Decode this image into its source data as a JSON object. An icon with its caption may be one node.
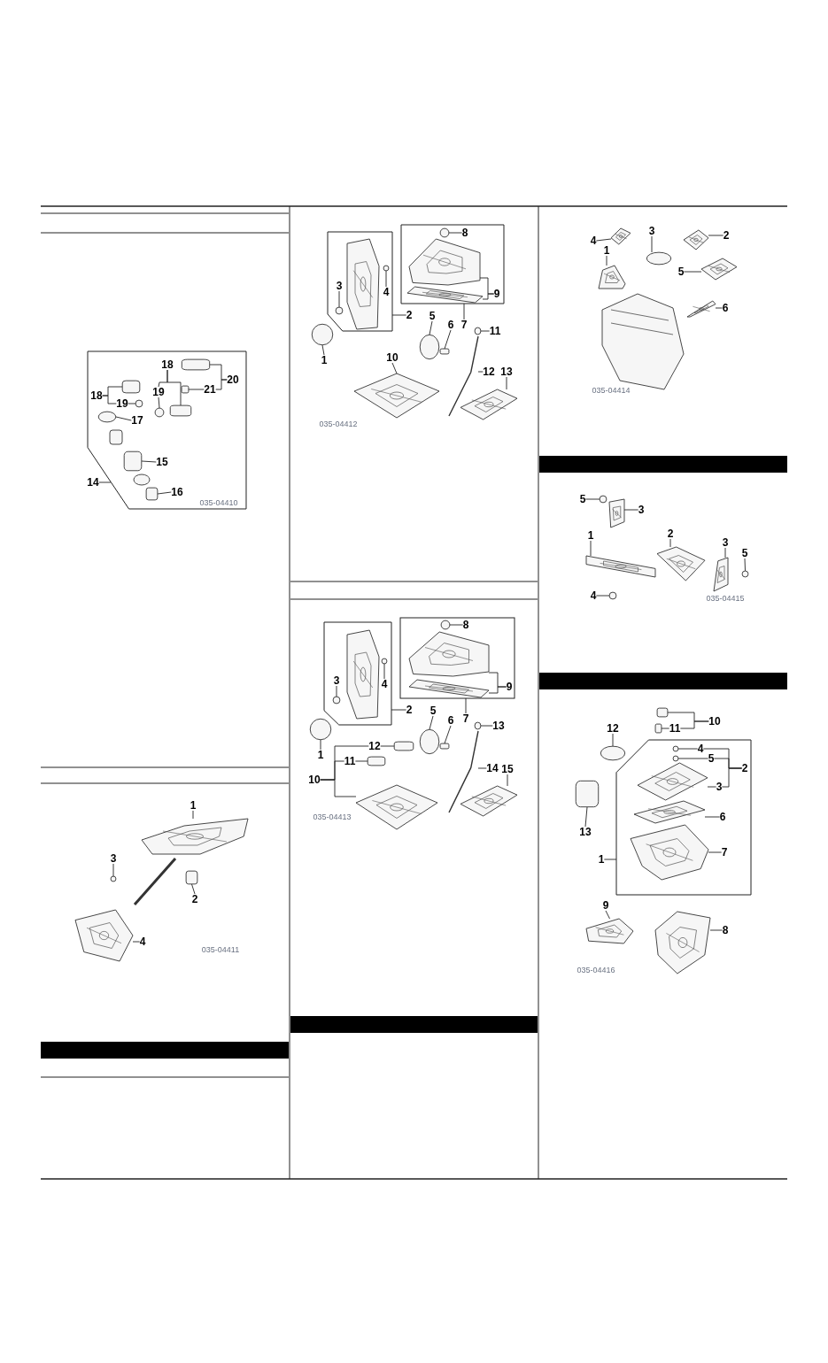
{
  "diagram": {
    "nodes": [
      {
        "text": [],
        "shape": "box"
      },
      {
        "text": [
          "18"
        ],
        "in": 0
      },
      {
        "text": [
          "19"
        ],
        "in": 0
      },
      {
        "text": [
          "18"
        ],
        "in": 0
      },
      {
        "text": [
          "19"
        ],
        "in": 0
      },
      {
        "text": [
          "20"
        ],
        "in": 0
      },
      {
        "text": [
          "21"
        ],
        "in": 0
      },
      {
        "text": [
          "17"
        ],
        "in": 0
      },
      {
        "text": [
          "15"
        ],
        "in": 0
      },
      {
        "text": [
          "16"
        ],
        "in": 0
      },
      {
        "text": [
          "14"
        ]
      },
      {
        "text": [],
        "shape": "box",
        "in": 0
      },
      {
        "text": [],
        "shape": "circle",
        "in": 0
      },
      {
        "text": [],
        "shape": "circle",
        "in": 0
      },
      {
        "text": [],
        "shape": "box",
        "in": 0
      },
      {
        "text": [],
        "shape": "box",
        "in": 0
      },
      {
        "text": [],
        "shape": "box",
        "in": 0
      },
      {
        "text": [],
        "shape": "circle",
        "in": 0
      },
      {
        "text": [],
        "shape": "box",
        "in": 0
      },
      {
        "text": [],
        "shape": "box",
        "in": 0
      },
      {
        "text": [
          "1"
        ]
      },
      {
        "text": [
          "3"
        ]
      },
      {
        "text": [
          "2"
        ]
      },
      {
        "text": [
          "4"
        ]
      },
      {
        "text": [],
        "shape": "picture"
      },
      {
        "text": [],
        "shape": "circle"
      },
      {
        "text": [],
        "shape": "box"
      },
      {
        "text": [],
        "shape": "picture"
      },
      {
        "text": [],
        "shape": "box"
      },
      {
        "text": [],
        "shape": "box"
      },
      {
        "text": [
          "8"
        ],
        "in": 29
      },
      {
        "text": [
          "4"
        ],
        "in": 28
      },
      {
        "text": [
          "3"
        ],
        "in": 28
      },
      {
        "text": [
          "9"
        ],
        "in": 29
      },
      {
        "text": [
          "2"
        ]
      },
      {
        "text": [
          "5"
        ]
      },
      {
        "text": [
          "6"
        ]
      },
      {
        "text": [
          "7"
        ]
      },
      {
        "text": [
          "11"
        ]
      },
      {
        "text": [
          "1"
        ]
      },
      {
        "text": [
          "10"
        ]
      },
      {
        "text": [
          "12"
        ]
      },
      {
        "text": [
          "13"
        ]
      },
      {
        "text": [],
        "shape": "picture",
        "in": 28
      },
      {
        "text": [],
        "shape": "circle",
        "in": 28
      },
      {
        "text": [],
        "shape": "circle",
        "in": 28
      },
      {
        "text": [],
        "shape": "circle",
        "in": 29
      },
      {
        "text": [],
        "shape": "picture",
        "in": 29
      },
      {
        "text": [],
        "shape": "picture",
        "in": 29
      },
      {
        "text": [],
        "shape": "circle"
      },
      {
        "text": [],
        "shape": "box"
      },
      {
        "text": [],
        "shape": "picture"
      },
      {
        "text": [],
        "shape": "circle"
      },
      {
        "text": [],
        "shape": "picture"
      },
      {
        "text": [],
        "shape": "picture"
      },
      {
        "text": [],
        "shape": "circle"
      },
      {
        "text": [],
        "shape": "box"
      },
      {
        "text": [],
        "shape": "box"
      },
      {
        "text": [
          "8"
        ],
        "in": 57
      },
      {
        "text": [
          "3"
        ],
        "in": 56
      },
      {
        "text": [
          "4"
        ],
        "in": 56
      },
      {
        "text": [
          "9"
        ],
        "in": 57
      },
      {
        "text": [
          "2"
        ]
      },
      {
        "text": [
          "5"
        ]
      },
      {
        "text": [
          "7"
        ]
      },
      {
        "text": [
          "6"
        ]
      },
      {
        "text": [
          "13"
        ]
      },
      {
        "text": [
          "12"
        ]
      },
      {
        "text": [
          "1"
        ]
      },
      {
        "text": [
          "11"
        ]
      },
      {
        "text": [
          "14"
        ]
      },
      {
        "text": [
          "15"
        ]
      },
      {
        "text": [
          "10"
        ]
      },
      {
        "text": [],
        "shape": "picture",
        "in": 56
      },
      {
        "text": [],
        "shape": "circle",
        "in": 56
      },
      {
        "text": [],
        "shape": "circle",
        "in": 56
      },
      {
        "text": [],
        "shape": "circle",
        "in": 57
      },
      {
        "text": [],
        "shape": "picture",
        "in": 57
      },
      {
        "text": [],
        "shape": "picture",
        "in": 57
      },
      {
        "text": [],
        "shape": "circle"
      },
      {
        "text": [],
        "shape": "circle"
      },
      {
        "text": [],
        "shape": "box"
      },
      {
        "text": [],
        "shape": "circle"
      },
      {
        "text": [],
        "shape": "picture"
      },
      {
        "text": [],
        "shape": "picture"
      },
      {
        "text": [],
        "shape": "picture"
      },
      {
        "text": [],
        "shape": "box"
      },
      {
        "text": [],
        "shape": "box"
      },
      {
        "text": [
          "3"
        ]
      },
      {
        "text": [
          "2"
        ]
      },
      {
        "text": [
          "4"
        ]
      },
      {
        "text": [
          "1"
        ]
      },
      {
        "text": [
          "5"
        ]
      },
      {
        "text": [
          "6"
        ]
      },
      {
        "text": [],
        "shape": "circle"
      },
      {
        "text": [],
        "shape": "picture"
      },
      {
        "text": [],
        "shape": "picture"
      },
      {
        "text": [],
        "shape": "picture"
      },
      {
        "text": [],
        "shape": "picture"
      },
      {
        "text": [],
        "shape": "picture"
      },
      {
        "text": [
          "5"
        ]
      },
      {
        "text": [
          "3"
        ]
      },
      {
        "text": [
          "2"
        ]
      },
      {
        "text": [
          "1"
        ]
      },
      {
        "text": [
          "3"
        ]
      },
      {
        "text": [
          "5"
        ]
      },
      {
        "text": [
          "4"
        ]
      },
      {
        "text": [],
        "shape": "circle"
      },
      {
        "text": [],
        "shape": "picture"
      },
      {
        "text": [],
        "shape": "picture"
      },
      {
        "text": [],
        "shape": "picture"
      },
      {
        "text": [],
        "shape": "picture"
      },
      {
        "text": [],
        "shape": "circle"
      },
      {
        "text": [],
        "shape": "circle"
      },
      {
        "text": [],
        "shape": "box"
      },
      {
        "text": [
          "10"
        ]
      },
      {
        "text": [
          "12"
        ]
      },
      {
        "text": [
          "11"
        ]
      },
      {
        "text": [
          "4"
        ],
        "in": 114
      },
      {
        "text": [
          "5"
        ],
        "in": 114
      },
      {
        "text": [
          "2"
        ],
        "in": 114
      },
      {
        "text": [
          "3"
        ],
        "in": 114
      },
      {
        "text": [
          "6"
        ],
        "in": 114
      },
      {
        "text": [
          "13"
        ]
      },
      {
        "text": [
          "7"
        ],
        "in": 114
      },
      {
        "text": [
          "1"
        ]
      },
      {
        "text": [
          "9"
        ]
      },
      {
        "text": [
          "8"
        ]
      },
      {
        "text": [],
        "shape": "box"
      },
      {
        "text": [],
        "shape": "box"
      },
      {
        "text": [],
        "shape": "circle"
      },
      {
        "text": [],
        "shape": "box"
      },
      {
        "text": [],
        "shape": "circle",
        "in": 114
      },
      {
        "text": [],
        "shape": "circle",
        "in": 114
      },
      {
        "text": [],
        "shape": "picture",
        "in": 114
      },
      {
        "text": [],
        "shape": "picture",
        "in": 114
      },
      {
        "text": [],
        "shape": "picture",
        "in": 114
      },
      {
        "text": [],
        "shape": "picture"
      },
      {
        "text": [],
        "shape": "picture"
      }
    ],
    "edges": [
      {
        "from": 1,
        "to": 11,
        "arrow": "none"
      },
      {
        "from": 1,
        "to": 2,
        "arrow": "none"
      },
      {
        "from": 2,
        "to": 12,
        "arrow": "none"
      },
      {
        "from": 3,
        "to": 4,
        "arrow": "none"
      },
      {
        "from": 3,
        "to": 14,
        "arrow": "none"
      },
      {
        "from": 4,
        "to": 13,
        "arrow": "none"
      },
      {
        "from": 5,
        "to": 15,
        "arrow": "none"
      },
      {
        "from": 5,
        "to": 6,
        "arrow": "none"
      },
      {
        "from": 6,
        "to": 16,
        "arrow": "none"
      },
      {
        "from": 7,
        "to": 17,
        "arrow": "none"
      },
      {
        "from": 8,
        "to": 18,
        "arrow": "none"
      },
      {
        "from": 10,
        "to": 0,
        "arrow": "none"
      },
      {
        "from": 9,
        "to": 19,
        "arrow": "none"
      },
      {
        "from": 20,
        "to": 24,
        "arrow": "none"
      },
      {
        "from": 21,
        "to": 25,
        "arrow": "none"
      },
      {
        "from": 22,
        "to": 26,
        "arrow": "none"
      },
      {
        "from": 23,
        "to": 27,
        "arrow": "none"
      },
      {
        "from": 30,
        "to": 46,
        "arrow": "none"
      },
      {
        "from": 31,
        "to": 44,
        "arrow": "none"
      },
      {
        "from": 32,
        "to": 45,
        "arrow": "none"
      },
      {
        "from": 33,
        "to": 47,
        "arrow": "none"
      },
      {
        "from": 33,
        "to": 48,
        "arrow": "none"
      },
      {
        "from": 34,
        "to": 28,
        "arrow": "none"
      },
      {
        "from": 35,
        "to": 49,
        "arrow": "none"
      },
      {
        "from": 36,
        "to": 50,
        "arrow": "none"
      },
      {
        "from": 37,
        "to": 29,
        "arrow": "none"
      },
      {
        "from": 38,
        "to": 52,
        "arrow": "none"
      },
      {
        "from": 39,
        "to": 55,
        "arrow": "none"
      },
      {
        "from": 40,
        "to": 53,
        "arrow": "none"
      },
      {
        "from": 41,
        "to": 51,
        "arrow": "none"
      },
      {
        "from": 42,
        "to": 54,
        "arrow": "none"
      },
      {
        "from": 58,
        "to": 76,
        "arrow": "none"
      },
      {
        "from": 59,
        "to": 75,
        "arrow": "none"
      },
      {
        "from": 60,
        "to": 74,
        "arrow": "none"
      },
      {
        "from": 61,
        "to": 77,
        "arrow": "none"
      },
      {
        "from": 61,
        "to": 78,
        "arrow": "none"
      },
      {
        "from": 62,
        "to": 56,
        "arrow": "none"
      },
      {
        "from": 63,
        "to": 80,
        "arrow": "none"
      },
      {
        "from": 64,
        "to": 57,
        "arrow": "none"
      },
      {
        "from": 65,
        "to": 81,
        "arrow": "none"
      },
      {
        "from": 66,
        "to": 82,
        "arrow": "none"
      },
      {
        "from": 67,
        "to": 86,
        "arrow": "none"
      },
      {
        "from": 68,
        "to": 79,
        "arrow": "none"
      },
      {
        "from": 69,
        "to": 87,
        "arrow": "none"
      },
      {
        "from": 70,
        "to": 83,
        "arrow": "none"
      },
      {
        "from": 71,
        "to": 84,
        "arrow": "none"
      },
      {
        "from": 72,
        "to": 67,
        "arrow": "none"
      },
      {
        "from": 72,
        "to": 69,
        "arrow": "none"
      },
      {
        "from": 72,
        "to": 85,
        "arrow": "none"
      },
      {
        "from": 88,
        "to": 94,
        "arrow": "none"
      },
      {
        "from": 89,
        "to": 95,
        "arrow": "none"
      },
      {
        "from": 90,
        "to": 96,
        "arrow": "none"
      },
      {
        "from": 91,
        "to": 97,
        "arrow": "none"
      },
      {
        "from": 92,
        "to": 98,
        "arrow": "none"
      },
      {
        "from": 93,
        "to": 99,
        "arrow": "none"
      },
      {
        "from": 100,
        "to": 107,
        "arrow": "none"
      },
      {
        "from": 101,
        "to": 108,
        "arrow": "none"
      },
      {
        "from": 102,
        "to": 109,
        "arrow": "none"
      },
      {
        "from": 103,
        "to": 110,
        "arrow": "none"
      },
      {
        "from": 104,
        "to": 111,
        "arrow": "none"
      },
      {
        "from": 105,
        "to": 112,
        "arrow": "none"
      },
      {
        "from": 106,
        "to": 113,
        "arrow": "none"
      },
      {
        "from": 115,
        "to": 128,
        "arrow": "none"
      },
      {
        "from": 115,
        "to": 117,
        "arrow": "none"
      },
      {
        "from": 117,
        "to": 129,
        "arrow": "none"
      },
      {
        "from": 116,
        "to": 130,
        "arrow": "none"
      },
      {
        "from": 120,
        "to": 118,
        "arrow": "none"
      },
      {
        "from": 120,
        "to": 119,
        "arrow": "none"
      },
      {
        "from": 120,
        "to": 121,
        "arrow": "none"
      },
      {
        "from": 118,
        "to": 132,
        "arrow": "none"
      },
      {
        "from": 119,
        "to": 133,
        "arrow": "none"
      },
      {
        "from": 121,
        "to": 134,
        "arrow": "none"
      },
      {
        "from": 122,
        "to": 135,
        "arrow": "none"
      },
      {
        "from": 123,
        "to": 131,
        "arrow": "none"
      },
      {
        "from": 124,
        "to": 136,
        "arrow": "none"
      },
      {
        "from": 125,
        "to": 114,
        "arrow": "none"
      },
      {
        "from": 126,
        "to": 137,
        "arrow": "none"
      },
      {
        "from": 127,
        "to": 138,
        "arrow": "none"
      }
    ],
    "labels": [
      "035-04410",
      "035-04411",
      "035-04412",
      "035-04413",
      "035-04414",
      "035-04415",
      "035-04416"
    ]
  }
}
